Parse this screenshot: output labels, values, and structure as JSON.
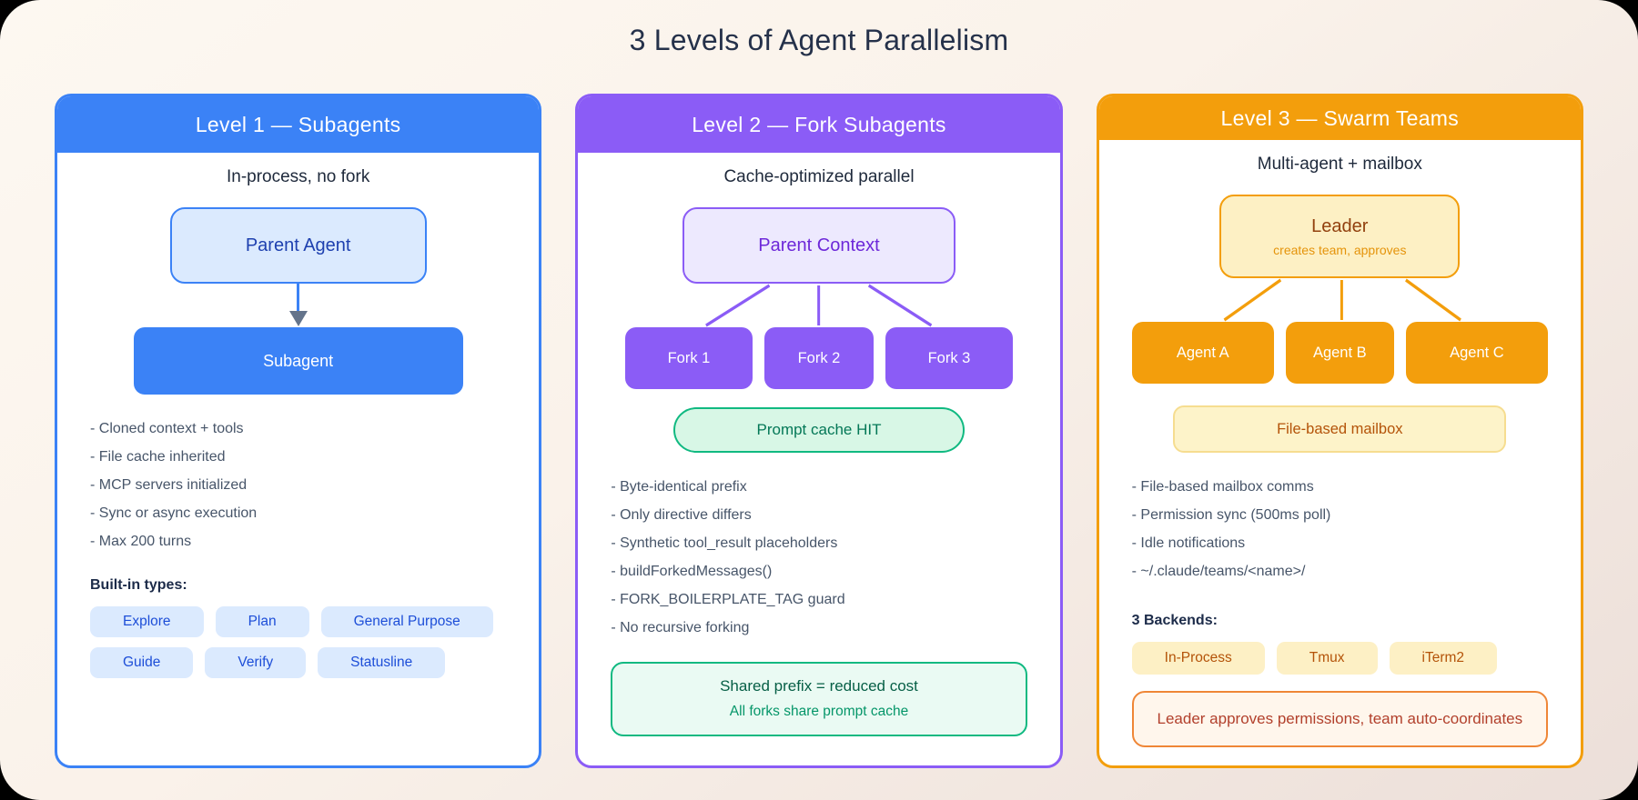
{
  "title": "3 Levels of Agent Parallelism",
  "levels": [
    {
      "header": "Level 1 — Subagents",
      "subtitle": "In-process, no fork",
      "accent_color": "#3b82f6",
      "parent_box": {
        "label": "Parent Agent"
      },
      "children": [
        "Subagent"
      ],
      "bullets": [
        "- Cloned context + tools",
        "- File cache inherited",
        "- MCP servers initialized",
        "- Sync or async execution",
        "- Max 200 turns"
      ],
      "section_label": "Built-in types:",
      "pills": [
        "Explore",
        "Plan",
        "General Purpose",
        "Guide",
        "Verify",
        "Statusline"
      ]
    },
    {
      "header": "Level 2 — Fork Subagents",
      "subtitle": "Cache-optimized parallel",
      "accent_color": "#8b5cf6",
      "parent_box": {
        "label": "Parent Context"
      },
      "children": [
        "Fork 1",
        "Fork 2",
        "Fork 3"
      ],
      "cache_badge": "Prompt cache HIT",
      "bullets": [
        "- Byte-identical prefix",
        "- Only directive differs",
        "- Synthetic tool_result placeholders",
        "- buildForkedMessages()",
        "- FORK_BOILERPLATE_TAG guard",
        "- No recursive forking"
      ],
      "note": {
        "line1": "Shared prefix = reduced cost",
        "line2": "All forks share prompt cache",
        "accent_color": "#10b981"
      }
    },
    {
      "header": "Level 3 — Swarm Teams",
      "subtitle": "Multi-agent + mailbox",
      "accent_color": "#f39e0c",
      "parent_box": {
        "label": "Leader",
        "sublabel": "creates team, approves"
      },
      "children": [
        "Agent A",
        "Agent B",
        "Agent C"
      ],
      "mailbox_badge": "File-based mailbox",
      "bullets": [
        "- File-based mailbox comms",
        "- Permission sync (500ms poll)",
        "- Idle notifications",
        "- ~/.claude/teams/<name>/"
      ],
      "section_label": "3 Backends:",
      "pills": [
        "In-Process",
        "Tmux",
        "iTerm2"
      ],
      "note": {
        "line1": "Leader approves permissions, team auto-coordinates",
        "accent_color": "#ef8636"
      }
    }
  ]
}
